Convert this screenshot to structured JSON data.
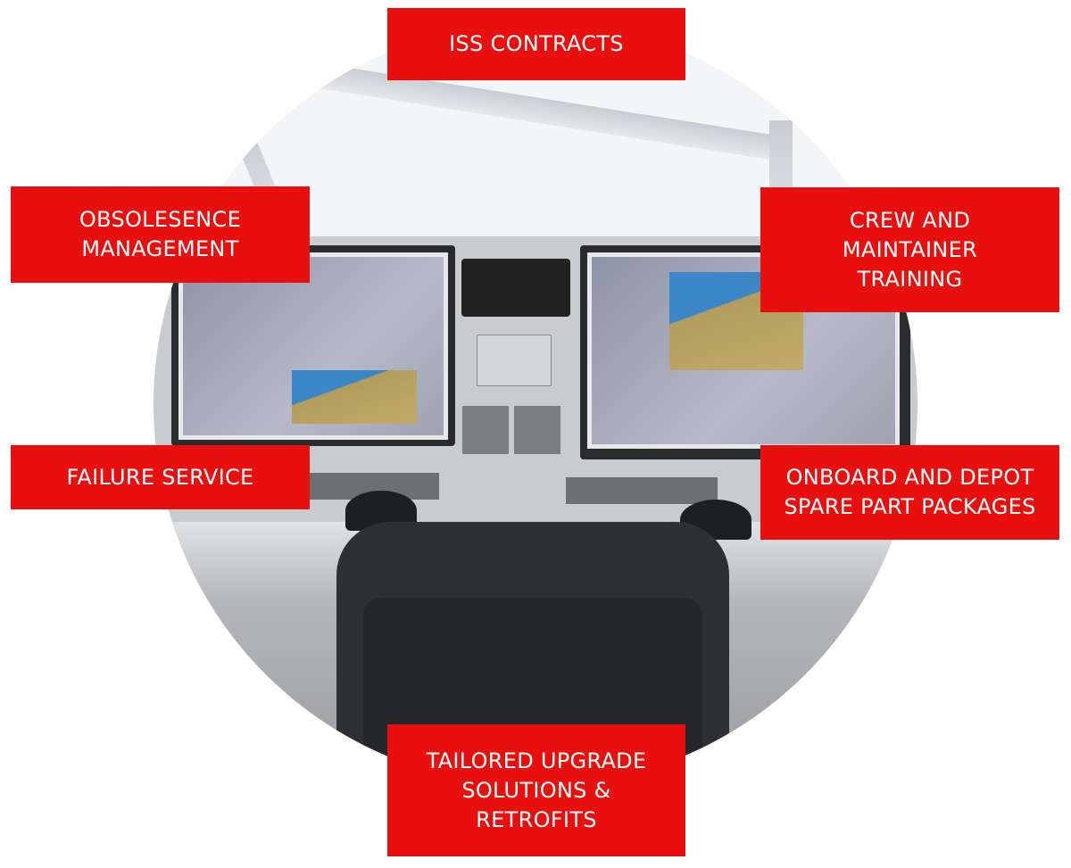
{
  "labels": {
    "iss_contracts": "ISS CONTRACTS",
    "obsolescence": "OBSOLESENCE\nMANAGEMENT",
    "crew_training": "CREW AND\nMAINTAINER\nTRAINING",
    "failure_service": "FAILURE SERVICE",
    "spare_parts": "ONBOARD AND DEPOT\nSPARE PART PACKAGES",
    "upgrades": "TAILORED UPGRADE\nSOLUTIONS &\nRETROFITS"
  },
  "colors": {
    "accent": "#e8100f"
  }
}
